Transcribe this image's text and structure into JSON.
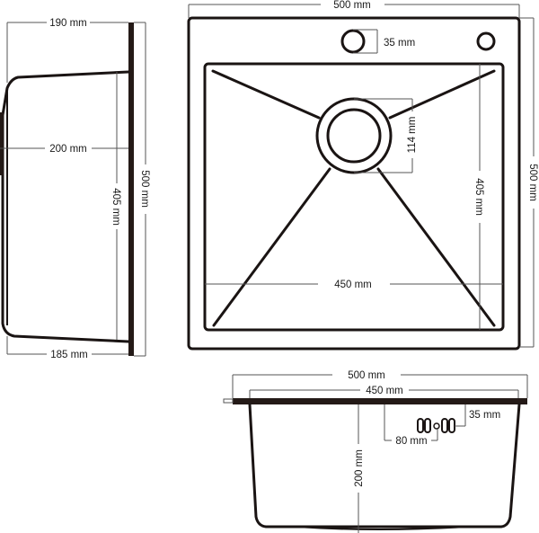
{
  "diagram": {
    "subject": "Kitchen sink technical drawing",
    "colors": {
      "outline": "#1a1413",
      "dimension_line": "#555555",
      "background": "#ffffff"
    },
    "side_view": {
      "top_width_label": "190 mm",
      "bottom_width_label": "185 mm",
      "depth_label": "200 mm",
      "bowl_length_label": "405 mm",
      "overall_length_label": "500 mm"
    },
    "top_view": {
      "overall_width_label": "500 mm",
      "overall_length_label": "500 mm",
      "tap_hole_label": "35 mm",
      "drain_diameter_label": "114 mm",
      "bowl_length_label": "405 mm",
      "bowl_width_label": "450 mm"
    },
    "front_view": {
      "overall_width_label": "500 mm",
      "bowl_width_label": "450 mm",
      "overflow_offset_label": "35 mm",
      "overflow_width_label": "80 mm",
      "depth_label": "200 mm"
    }
  }
}
